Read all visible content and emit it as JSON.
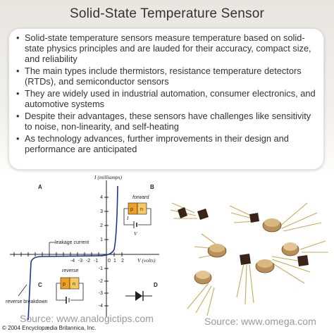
{
  "title": "Solid-State Temperature Sensor",
  "bullets": [
    "Solid-state temperature sensors measure temperature based on solid-state physics principles and are lauded for their accuracy, compact size, and reliability",
    "The main types include thermistors, resistance temperature detectors (RTDs), and semiconductor sensors",
    "They are widely used in industrial automation, consumer electronics, and automotive systems",
    "Despite their advantages, these sensors have challenges like sensitivity to noise, non-linearity, and self-heating",
    "As technology advances, further improvements in their design and performance are anticipated"
  ],
  "bullet_icon": "•",
  "diagram": {
    "y_axis_label": "I (milliamps)",
    "x_axis_label": "V (volts)",
    "quadrant_a": "A",
    "quadrant_b": "B",
    "quadrant_c": "C",
    "quadrant_d": "D",
    "leakage_label": "leakage current",
    "reverse_breakdown_label": "reverse breakdown",
    "forward_label": "forward",
    "reverse_label": "reverse",
    "p_label": "p",
    "n_label": "n",
    "i_label": "I",
    "v_label": "V",
    "y_ticks_pos": [
      "4",
      "3",
      "2",
      "1"
    ],
    "y_ticks_neg": [
      "-1",
      "-2",
      "-3",
      "-4"
    ],
    "x_ticks": [
      "-4",
      "-3",
      "-2",
      "-1",
      "0",
      "1",
      "2"
    ],
    "copyright": "© 2004 Encyclopædia Britannica, Inc."
  },
  "source_left": "Source: www.analogictips.com",
  "source_right": "Source: www.omega.com",
  "colors": {
    "curve": "#1a3a8c",
    "p_region": "#f0a020",
    "n_region": "#f5c860",
    "transistor_body": "#a87a3c"
  }
}
